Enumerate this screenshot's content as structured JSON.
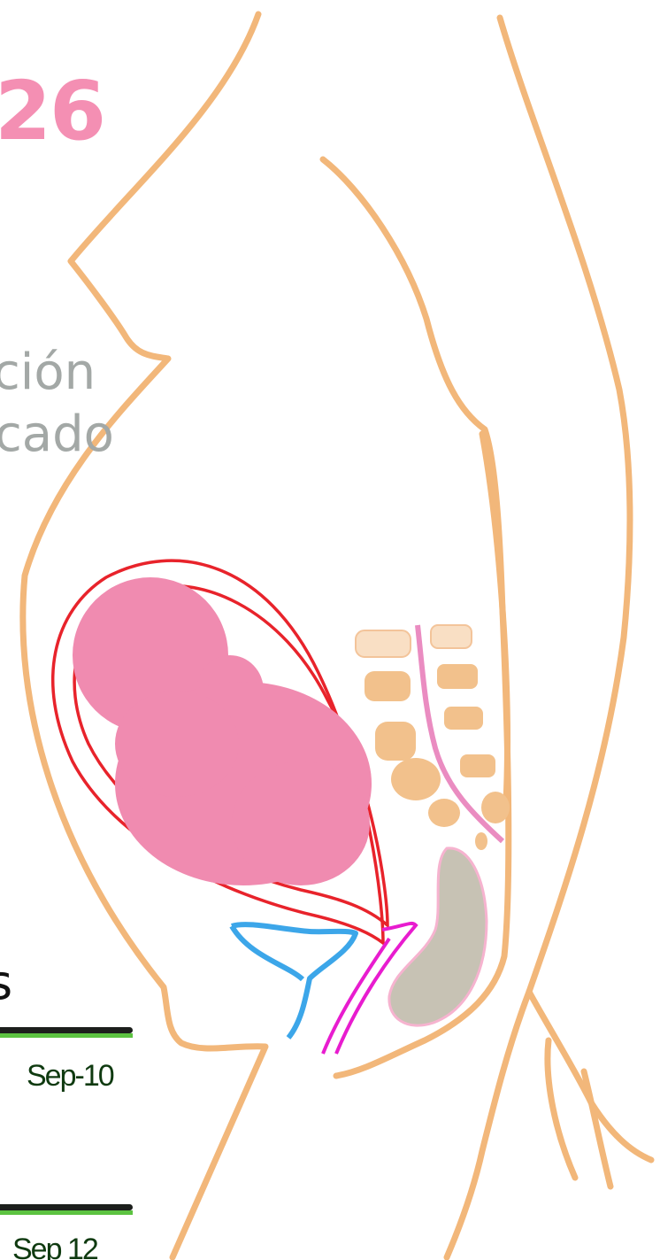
{
  "week_number": "26",
  "subtitle_line1": "ción",
  "subtitle_line2": "cado",
  "section_heading": "s",
  "dates": [
    "Sep-10",
    "Sep 12"
  ],
  "colors": {
    "body_outline": "#f2b77a",
    "uterus": "#e8232b",
    "fetus": "#f08bb0",
    "week_number": "#f48fb3",
    "subtitle": "#a3a8a6",
    "date_text": "#0f3a10",
    "bladder": "#3ca6e9",
    "birth_canal": "#e81ccf",
    "spinal_cord": "#ea8cc1",
    "vertebrae": "#f2c18c",
    "rectum": "#c7c2b4",
    "rectum_edge": "#f6b3cf",
    "bar_dark": "#1c1f1c",
    "bar_green": "#5cc341"
  }
}
